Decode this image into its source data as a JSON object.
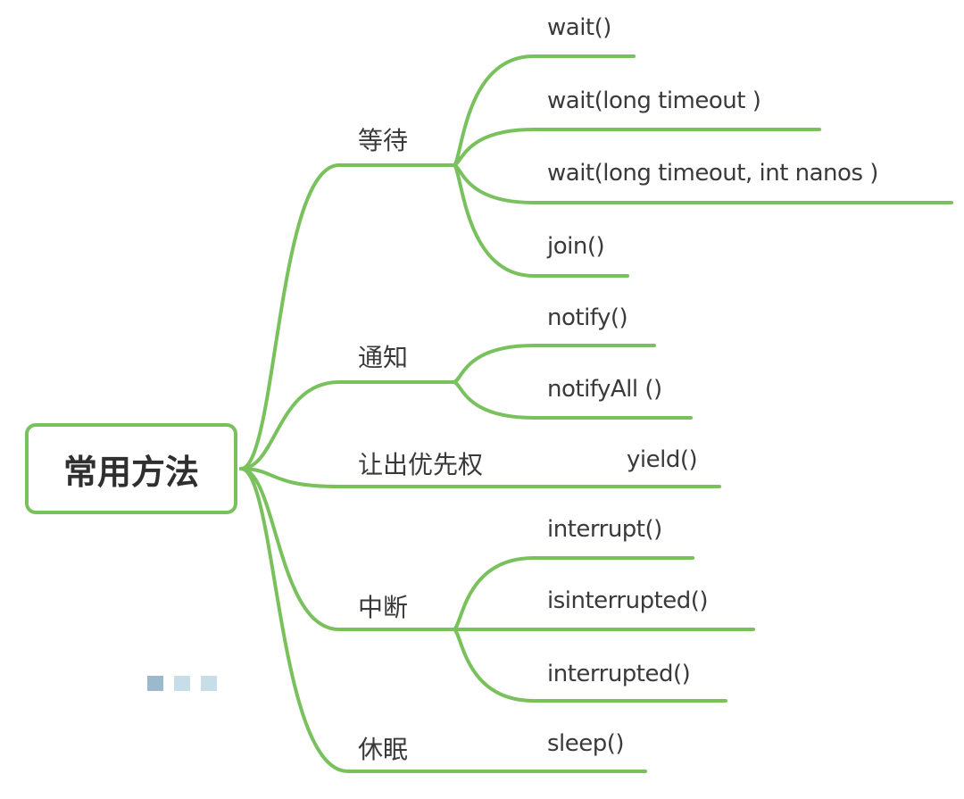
{
  "mindmap": {
    "root": "常用方法",
    "line_color": "#79c15c",
    "branches": [
      {
        "label": "等待",
        "leaves": [
          "wait()",
          "wait(long timeout )",
          "wait(long timeout, int nanos )",
          "join()"
        ]
      },
      {
        "label": "通知",
        "leaves": [
          "notify()",
          "notifyAll ()"
        ]
      },
      {
        "label": "让出优先权",
        "leaves": [
          "yield()"
        ]
      },
      {
        "label": "中断",
        "leaves": [
          "interrupt()",
          " isinterrupted()",
          "interrupted()"
        ]
      },
      {
        "label": "休眠",
        "leaves": [
          "sleep()"
        ]
      }
    ]
  }
}
